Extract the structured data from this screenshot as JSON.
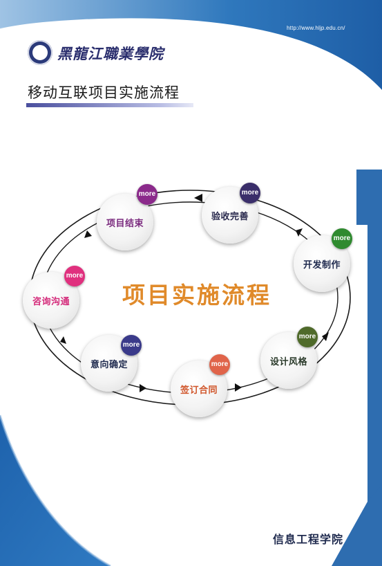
{
  "header": {
    "url": "http://www.hljp.edu.cn/",
    "school_name": "黑龍江職業學院"
  },
  "page_title": "移动互联项目实施流程",
  "center_title": "项目实施流程",
  "more_label": "more",
  "steps": [
    {
      "label": "项目结束",
      "label_color": "#7a2a7e",
      "more_color": "#8b2a8b"
    },
    {
      "label": "验收完善",
      "label_color": "#2a2a4e",
      "more_color": "#3a2e6a"
    },
    {
      "label": "开发制作",
      "label_color": "#1f2a4e",
      "more_color": "#2f8a2f"
    },
    {
      "label": "设计风格",
      "label_color": "#2a3a2a",
      "more_color": "#4f6a2a"
    },
    {
      "label": "签订合同",
      "label_color": "#d0552a",
      "more_color": "#e0644a"
    },
    {
      "label": "意向确定",
      "label_color": "#1f2a4e",
      "more_color": "#3a3a8a"
    },
    {
      "label": "咨询沟通",
      "label_color": "#d42a7a",
      "more_color": "#e0307e"
    }
  ],
  "footer": "信息工程学院",
  "colors": {
    "brand_blue": "#2e6db0",
    "dark_blue": "#2b3a7a",
    "title_orange": "#e08a2a"
  }
}
